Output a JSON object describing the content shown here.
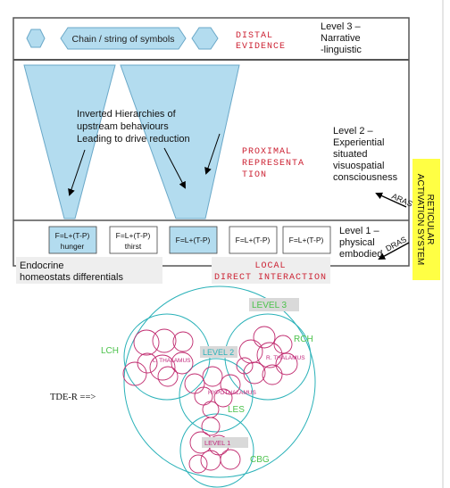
{
  "colors": {
    "frame": "#555555",
    "cone_fill": "#b3dcef",
    "cone_stroke": "#6aa8c8",
    "red_label": "#cc2233",
    "green_label": "#4cc24c",
    "magenta_label": "#c0257a",
    "circle_stroke": "#29b1b8",
    "inner_circle_stroke": "#c02a6e",
    "tag_fill": "#d9d9d9",
    "ras_fill": "#ffff44"
  },
  "top_panel": {
    "chain_label": "Chain / string of symbols",
    "distal_line1": "DISTAL",
    "distal_line2": "EVIDENCE",
    "level3_line1": "Level 3 –",
    "level3_line2": "Narrative",
    "level3_line3": "-linguistic"
  },
  "middle_panel": {
    "inverted_line1": "Inverted Hierarchies of",
    "inverted_line2": "upstream behaviours",
    "inverted_line3": "Leading to drive reduction",
    "proximal_line1": "PROXIMAL",
    "proximal_line2": "REPRESENTA",
    "proximal_line3": "TION",
    "level2_line1": "Level 2 –",
    "level2_line2": "Experiential",
    "level2_line3": "situated",
    "level2_line4": "visuospatial",
    "level2_line5": "consciousness",
    "aras_label": "ARAS",
    "dras_label": "DRAS"
  },
  "bottom_panel": {
    "boxes": [
      {
        "line1": "F=L+(T-P)",
        "line2": "hunger",
        "filled": true
      },
      {
        "line1": "F=L+(T-P)",
        "line2": "thirst",
        "filled": false
      },
      {
        "line1": "F=L+(T-P)",
        "line2": "",
        "filled": true
      },
      {
        "line1": "F=L+(T-P)",
        "line2": "",
        "filled": false
      },
      {
        "line1": "F=L+(T-P)",
        "line2": "",
        "filled": false
      }
    ],
    "endocrine_line1": "Endocrine",
    "endocrine_line2": "homeostats differentials",
    "local_line1": "LOCAL",
    "local_line2": "DIRECT INTERACTION",
    "level1_line1": "Level 1 –",
    "level1_line2": "physical",
    "level1_line3": "embodied"
  },
  "ras_box": {
    "line1": "RETICULAR",
    "line2": "ACTIVATION SYSTEM"
  },
  "circles_diagram": {
    "level3": "LEVEL 3",
    "level2": "LEVEL 2",
    "level1": "LEVEL 1",
    "lch": "LCH",
    "rch": "RCH",
    "les": "LES",
    "cbg": "CBG",
    "l_thalamus": "L. THALAMUS",
    "r_thalamus": "R. THALAMUS",
    "hypothalamus": "HYPOTHALAMUS",
    "tde_label": "TDE-R ==>"
  }
}
